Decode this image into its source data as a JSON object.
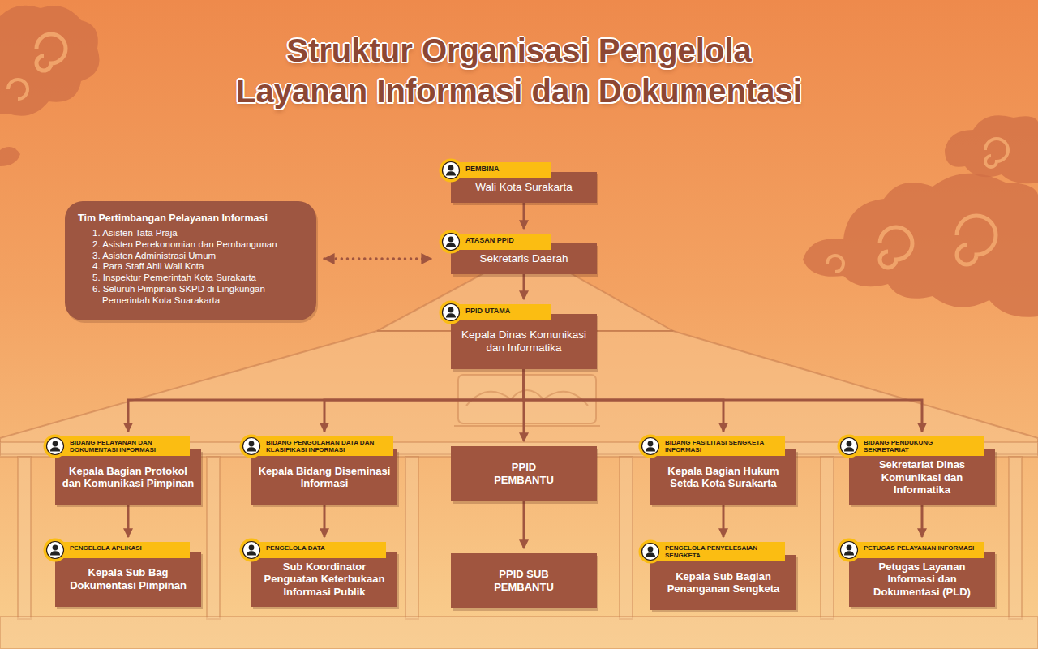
{
  "diagram": {
    "title": "Struktur Organisasi Pengelola Layanan Informasi dan Dokumentasi",
    "nodes": [
      {
        "text": [
          "PEMBINA",
          "Wali Kota Surakarta"
        ]
      },
      {
        "text": [
          "ATASAN PPID",
          "Sekretaris Daerah"
        ]
      },
      {
        "text": [
          "Tim Pertimbangan Pelayanan Informasi",
          "1. Asisten Tata Praja",
          "2. Asisten Perekonomian dan Pembangunan",
          "3. Asisten Administrasi Umum",
          "4. Para Staff Ahli Wali Kota",
          "5. Inspektur Pemerintah Kota Surakarta",
          "6. Seluruh Pimpinan SKPD di Lingkungan Pemerintah Kota Suarakarta"
        ]
      },
      {
        "text": [
          "PPID UTAMA",
          "Kepala Dinas Komunikasi dan Informatika"
        ]
      },
      {
        "text": [
          "BIDANG PELAYANAN DAN DOKUMENTASI INFORMASI",
          "Kepala Bagian Protokol dan Komunikasi Pimpinan"
        ]
      },
      {
        "text": [
          "BIDANG PENGOLAHAN DATA DAN KLASIFIKASI INFORMASI",
          "Kepala Bidang Diseminasi Informasi"
        ]
      },
      {
        "text": [
          "PPID PEMBANTU"
        ]
      },
      {
        "text": [
          "BIDANG FASILITASI SENGKETA INFORMASI",
          "Kepala Bagian Hukum Setda Kota Surakarta"
        ]
      },
      {
        "text": [
          "BIDANG PENDUKUNG SEKRETARIAT",
          "Sekretariat Dinas Komunikasi dan Informatika"
        ]
      },
      {
        "text": [
          "PENGELOLA APLIKASI",
          "Kepala Sub Bag Dokumentasi Pimpinan"
        ]
      },
      {
        "text": [
          "PENGELOLA DATA",
          "Sub Koordinator Penguatan Keterbukaan Informasi Publik"
        ]
      },
      {
        "text": [
          "PPID SUB PEMBANTU"
        ]
      },
      {
        "text": [
          "PENGELOLA PENYELESAIAN SENGKETA",
          "Kepala Sub Bagian Penanganan Sengketa"
        ]
      },
      {
        "text": [
          "PETUGAS PELAYANAN INFORMASI",
          "Petugas Layanan Informasi dan Dokumentasi (PLD)"
        ]
      }
    ],
    "edges": [
      {
        "from": 0,
        "to": 1,
        "arrow": "to"
      },
      {
        "from": 2,
        "to": 1,
        "arrow": "both"
      },
      {
        "from": 1,
        "to": 3,
        "arrow": "to"
      },
      {
        "from": 3,
        "to": 4,
        "arrow": "to"
      },
      {
        "from": 3,
        "to": 5,
        "arrow": "to"
      },
      {
        "from": 3,
        "to": 6,
        "arrow": "to"
      },
      {
        "from": 3,
        "to": 7,
        "arrow": "to"
      },
      {
        "from": 3,
        "to": 8,
        "arrow": "to"
      },
      {
        "from": 4,
        "to": 9,
        "arrow": "to"
      },
      {
        "from": 5,
        "to": 10,
        "arrow": "to"
      },
      {
        "from": 6,
        "to": 11,
        "arrow": "to"
      },
      {
        "from": 7,
        "to": 12,
        "arrow": "to"
      },
      {
        "from": 8,
        "to": 13,
        "arrow": "to"
      }
    ]
  }
}
